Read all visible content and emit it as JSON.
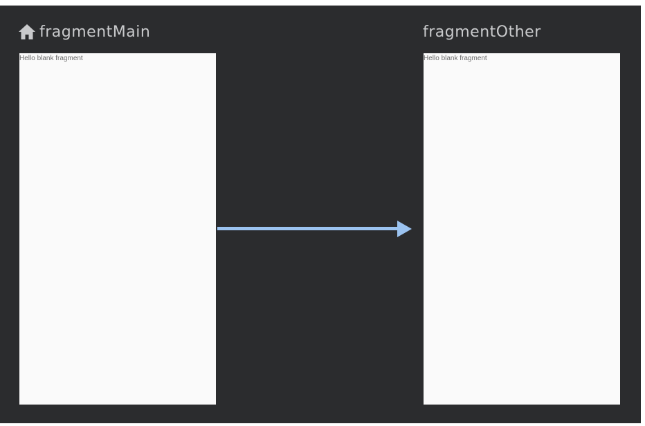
{
  "nav_graph": {
    "start_destination": "fragmentMain",
    "destinations": [
      {
        "id": "fragmentMain",
        "preview_text": "Hello blank fragment",
        "is_start": true
      },
      {
        "id": "fragmentOther",
        "preview_text": "Hello blank fragment",
        "is_start": false
      }
    ],
    "actions": [
      {
        "from": "fragmentMain",
        "to": "fragmentOther"
      }
    ]
  },
  "icons": {
    "start_destination": "home-icon"
  },
  "colors": {
    "canvas_background": "#2b2c2e",
    "title_text": "#c9cacc",
    "preview_background": "#fafafa",
    "preview_text": "#6b6b6b",
    "action_arrow": "#9bc3f0"
  }
}
